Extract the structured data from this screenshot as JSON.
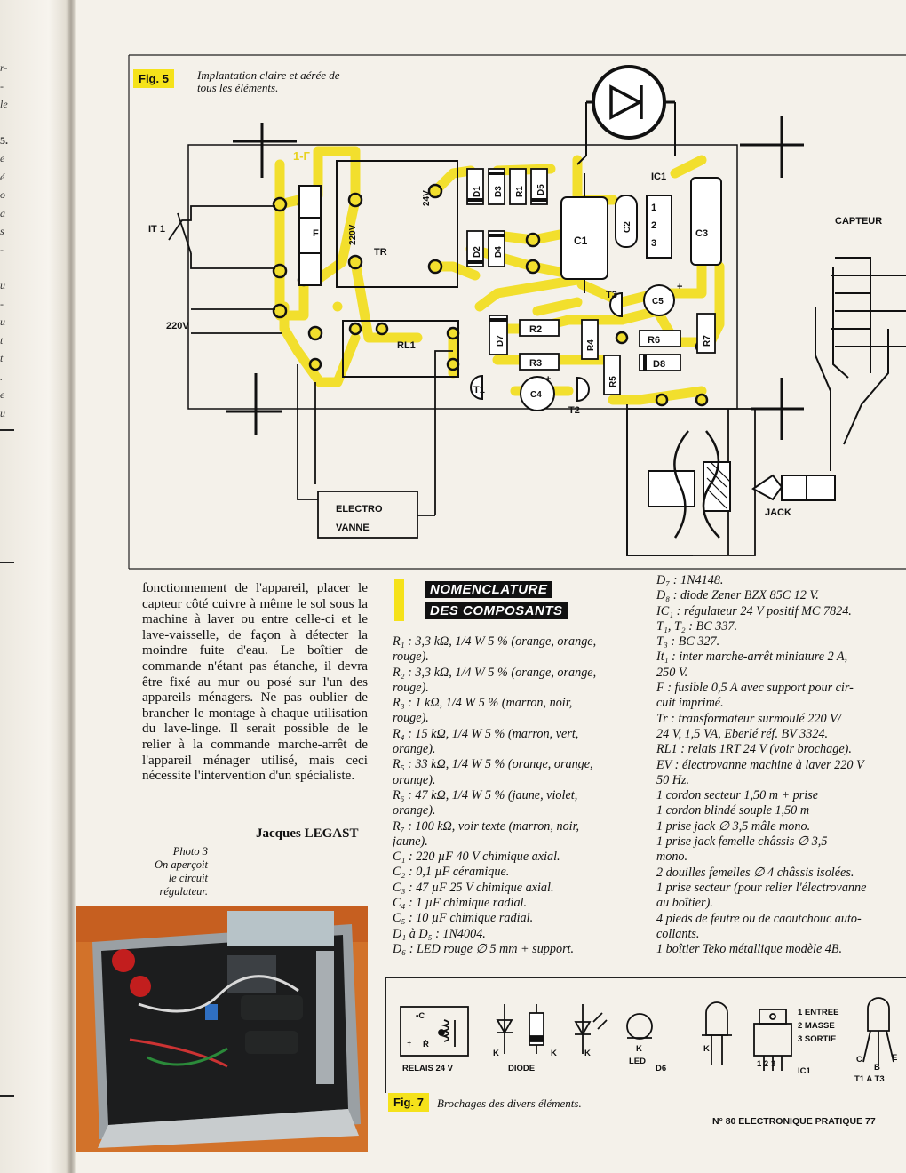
{
  "margin_fragments": [
    "r-",
    "-",
    "le",
    "5.",
    "e",
    "é",
    "o",
    "a",
    "s",
    "-",
    "u",
    "-",
    "u",
    "t",
    "t",
    ".",
    "e",
    "u"
  ],
  "fig5": {
    "label": "Fig. 5",
    "caption_line1": "Implantation claire et aérée de",
    "caption_line2": "tous les éléments.",
    "labels": {
      "it1": "IT 1",
      "v220": "220V",
      "capteur": "CAPTEUR",
      "jack": "JACK",
      "electro": "ELECTRO",
      "vanne": "VANNE",
      "tr": "TR",
      "tr_v220": "220V",
      "tr_v24": "24V",
      "f": "F",
      "rl1": "RL1",
      "ic1": "IC1",
      "c1": "C1",
      "c2": "C2",
      "c3": "C3",
      "c4": "C4",
      "c5": "C5",
      "d1": "D1",
      "d2": "D2",
      "d3": "D3",
      "d4": "D4",
      "d5": "D5",
      "d6_mark": "1-Г",
      "d7": "D7",
      "d8": "D8",
      "r1": "R1",
      "r2": "R2",
      "r3": "R3",
      "r4": "R4",
      "r5": "R5",
      "r6": "R6",
      "r7": "R7",
      "t1": "T1",
      "t2": "T2",
      "t3": "T3",
      "ic1_pin1": "1",
      "ic1_pin2": "2",
      "ic1_pin3": "3",
      "plus": "+"
    }
  },
  "article": {
    "paragraph": "fonctionnement de l'appareil, placer le capteur côté cuivre à même le sol sous la machine à laver ou entre celle-ci et le lave-vaisselle, de façon à détecter la moindre fuite d'eau. Le boîtier de commande n'étant pas étanche, il devra être fixé au mur ou posé sur l'un des appareils ménagers. Ne pas oublier de brancher le montage à chaque utilisation du lave-linge. Il serait possible de le relier à la commande marche-arrêt de l'appareil ménager utilisé, mais ceci nécessite l'intervention d'un spécialiste.",
    "author": "Jacques LEGAST"
  },
  "photo3": {
    "caption_line1": "Photo 3",
    "caption_line2": "On aperçoit",
    "caption_line3": "le circuit",
    "caption_line4": "régulateur."
  },
  "nomenclature": {
    "title_line1": "NOMENCLATURE",
    "title_line2": "DES COMPOSANTS",
    "col1": [
      "R₁ : 3,3 kΩ, 1/4 W 5 % (orange, orange,",
      "rouge).",
      "R₂ : 3,3 kΩ, 1/4 W 5 % (orange, orange,",
      "rouge).",
      "R₃ : 1 kΩ, 1/4 W 5 % (marron, noir,",
      "rouge).",
      "R₄ : 15 kΩ, 1/4 W 5 % (marron, vert,",
      "orange).",
      "R₅ : 33 kΩ, 1/4 W 5 % (orange, orange,",
      "orange).",
      "R₆ : 47 kΩ, 1/4 W 5 % (jaune, violet,",
      "orange).",
      "R₇ : 100 kΩ, voir texte (marron, noir,",
      "jaune).",
      "C₁ : 220 µF 40 V chimique axial.",
      "C₂ : 0,1 µF céramique.",
      "C₃ : 47 µF 25 V chimique axial.",
      "C₄ : 1 µF chimique radial.",
      "C₅ : 10 µF chimique radial.",
      "D₁ à D₅ : 1N4004.",
      "D₆ : LED rouge ∅ 5 mm + support."
    ],
    "col2": [
      "D₇ : 1N4148.",
      "D₈ : diode Zener BZX 85C 12 V.",
      "IC₁ : régulateur 24 V positif MC 7824.",
      "T₁, T₂ : BC 337.",
      "T₃ : BC 327.",
      "It₁ : inter marche-arrêt miniature 2 A,",
      "250 V.",
      "F : fusible 0,5 A avec support pour cir-",
      "cuit imprimé.",
      "Tr : transformateur surmoulé 220 V/",
      "24 V, 1,5 VA, Eberlé réf. BV 3324.",
      "RL1 : relais 1RT 24 V (voir brochage).",
      "EV : électrovanne machine à laver 220 V",
      "50 Hz.",
      "1 cordon secteur 1,50 m + prise",
      "1 cordon blindé souple 1,50 m",
      "1 prise jack ∅ 3,5 mâle mono.",
      "1 prise jack femelle châssis ∅ 3,5",
      "mono.",
      "2 douilles femelles ∅ 4 châssis isolées.",
      "1 prise secteur (pour relier l'électrovanne",
      "au boîtier).",
      "4 pieds de feutre ou de caoutchouc auto-",
      "collants.",
      "1 boîtier Teko métallique modèle 4B."
    ]
  },
  "fig7": {
    "label": "Fig. 7",
    "caption": "Brochages des divers éléments.",
    "relais_label": "RELAIS 24 V",
    "relais_c": "•C",
    "relais_t": "†",
    "relais_r": "Ṙ",
    "diode_label": "DIODE",
    "k": "K",
    "led_label": "LED",
    "led_d6": "D6",
    "ic_label": "IC1",
    "ic_pins": "1 2 3",
    "entree": "1 ENTREE",
    "masse": "2 MASSE",
    "sortie": "3 SORTIE",
    "t_label": "T1  A  T3",
    "c": "C",
    "b": "B",
    "e": "E"
  },
  "footer": "N° 80 ELECTRONIQUE PRATIQUE 77"
}
